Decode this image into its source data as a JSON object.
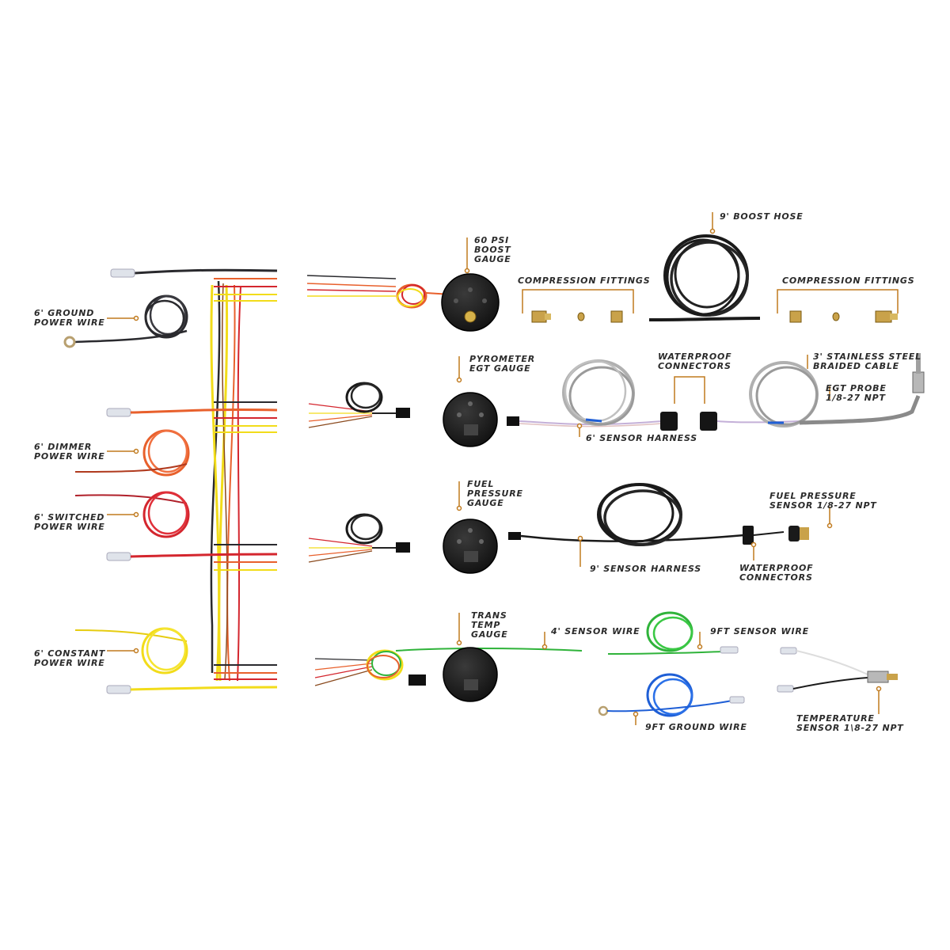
{
  "labels": {
    "ground_power_wire": [
      "6' GROUND",
      "POWER WIRE"
    ],
    "dimmer_power_wire": [
      "6' DIMMER",
      "POWER WIRE"
    ],
    "switched_power_wire": [
      "6' SWITCHED",
      "POWER WIRE"
    ],
    "constant_power_wire": [
      "6' CONSTANT",
      "POWER WIRE"
    ],
    "boost_gauge": [
      "60 PSI",
      "BOOST",
      "GAUGE"
    ],
    "compression_fittings_left": "COMPRESSION FITTINGS",
    "boost_hose": "9' BOOST HOSE",
    "compression_fittings_right": "COMPRESSION FITTINGS",
    "pyrometer_gauge": [
      "PYROMETER",
      "EGT GAUGE"
    ],
    "waterproof_connectors_top": [
      "WATERPROOF",
      "CONNECTORS"
    ],
    "stainless_cable": [
      "3' STAINLESS STEEL",
      "BRAIDED CABLE"
    ],
    "egt_probe": [
      "EGT PROBE",
      "1/8-27 NPT"
    ],
    "sensor_harness_6": "6' SENSOR HARNESS",
    "fuel_pressure_gauge": [
      "FUEL",
      "PRESSURE",
      "GAUGE"
    ],
    "fuel_pressure_sensor": [
      "FUEL PRESSURE",
      "SENSOR 1/8-27 NPT"
    ],
    "sensor_harness_9": "9' SENSOR HARNESS",
    "waterproof_connectors_bottom": [
      "WATERPROOF",
      "CONNECTORS"
    ],
    "trans_temp_gauge": [
      "TRANS",
      "TEMP",
      "GAUGE"
    ],
    "sensor_wire_4": "4' SENSOR WIRE",
    "sensor_wire_9ft": "9FT SENSOR WIRE",
    "ground_wire_9ft": "9FT GROUND WIRE",
    "temperature_sensor": [
      "TEMPERATURE",
      "SENSOR 1\\8-27 NPT"
    ]
  },
  "colors": {
    "leader": "#c07a1e",
    "ground_wire": "#2a2a2e",
    "dimmer_wire": "#e8602c",
    "switched_wire": "#d4262e",
    "constant_wire": "#f2dc1a",
    "gauge_body": "#1d1d1d",
    "braided_cable": "#a8a8a8",
    "green_wire": "#2fb33a",
    "blue_wire": "#1f5fd6"
  }
}
